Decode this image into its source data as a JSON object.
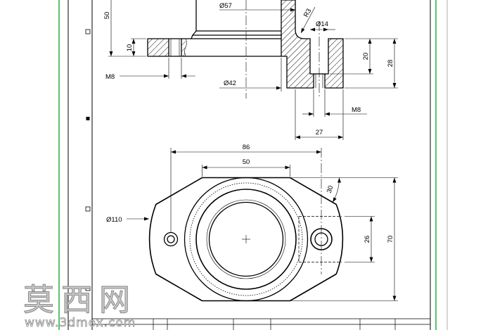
{
  "front_view": {
    "dim_overall_height": "50",
    "dim_boss_diameter": "Ø57",
    "dim_fillet_radius": "R3",
    "dim_counterbore_diameter": "Ø14",
    "dim_base_thickness": "10",
    "dim_counterbore_depth": "20",
    "dim_lug_height": "28",
    "dim_left_thread": "M8",
    "dim_bore_diameter": "Ø42",
    "dim_right_thread": "M8",
    "dim_lug_width": "27"
  },
  "top_view": {
    "dim_hole_spacing": "86",
    "dim_flat_width": "50",
    "dim_angle": "30",
    "dim_outer_diameter": "Ø110",
    "dim_slot_width": "26",
    "dim_overall_width": "70"
  },
  "watermark": {
    "brand": "莫西网",
    "url": "www.3dmox.com"
  },
  "colors": {
    "viewer_frame": "#33b24a",
    "line": "#000000",
    "watermark_fill": "#c9c9c9",
    "watermark_outline": "#8a8a8a"
  }
}
